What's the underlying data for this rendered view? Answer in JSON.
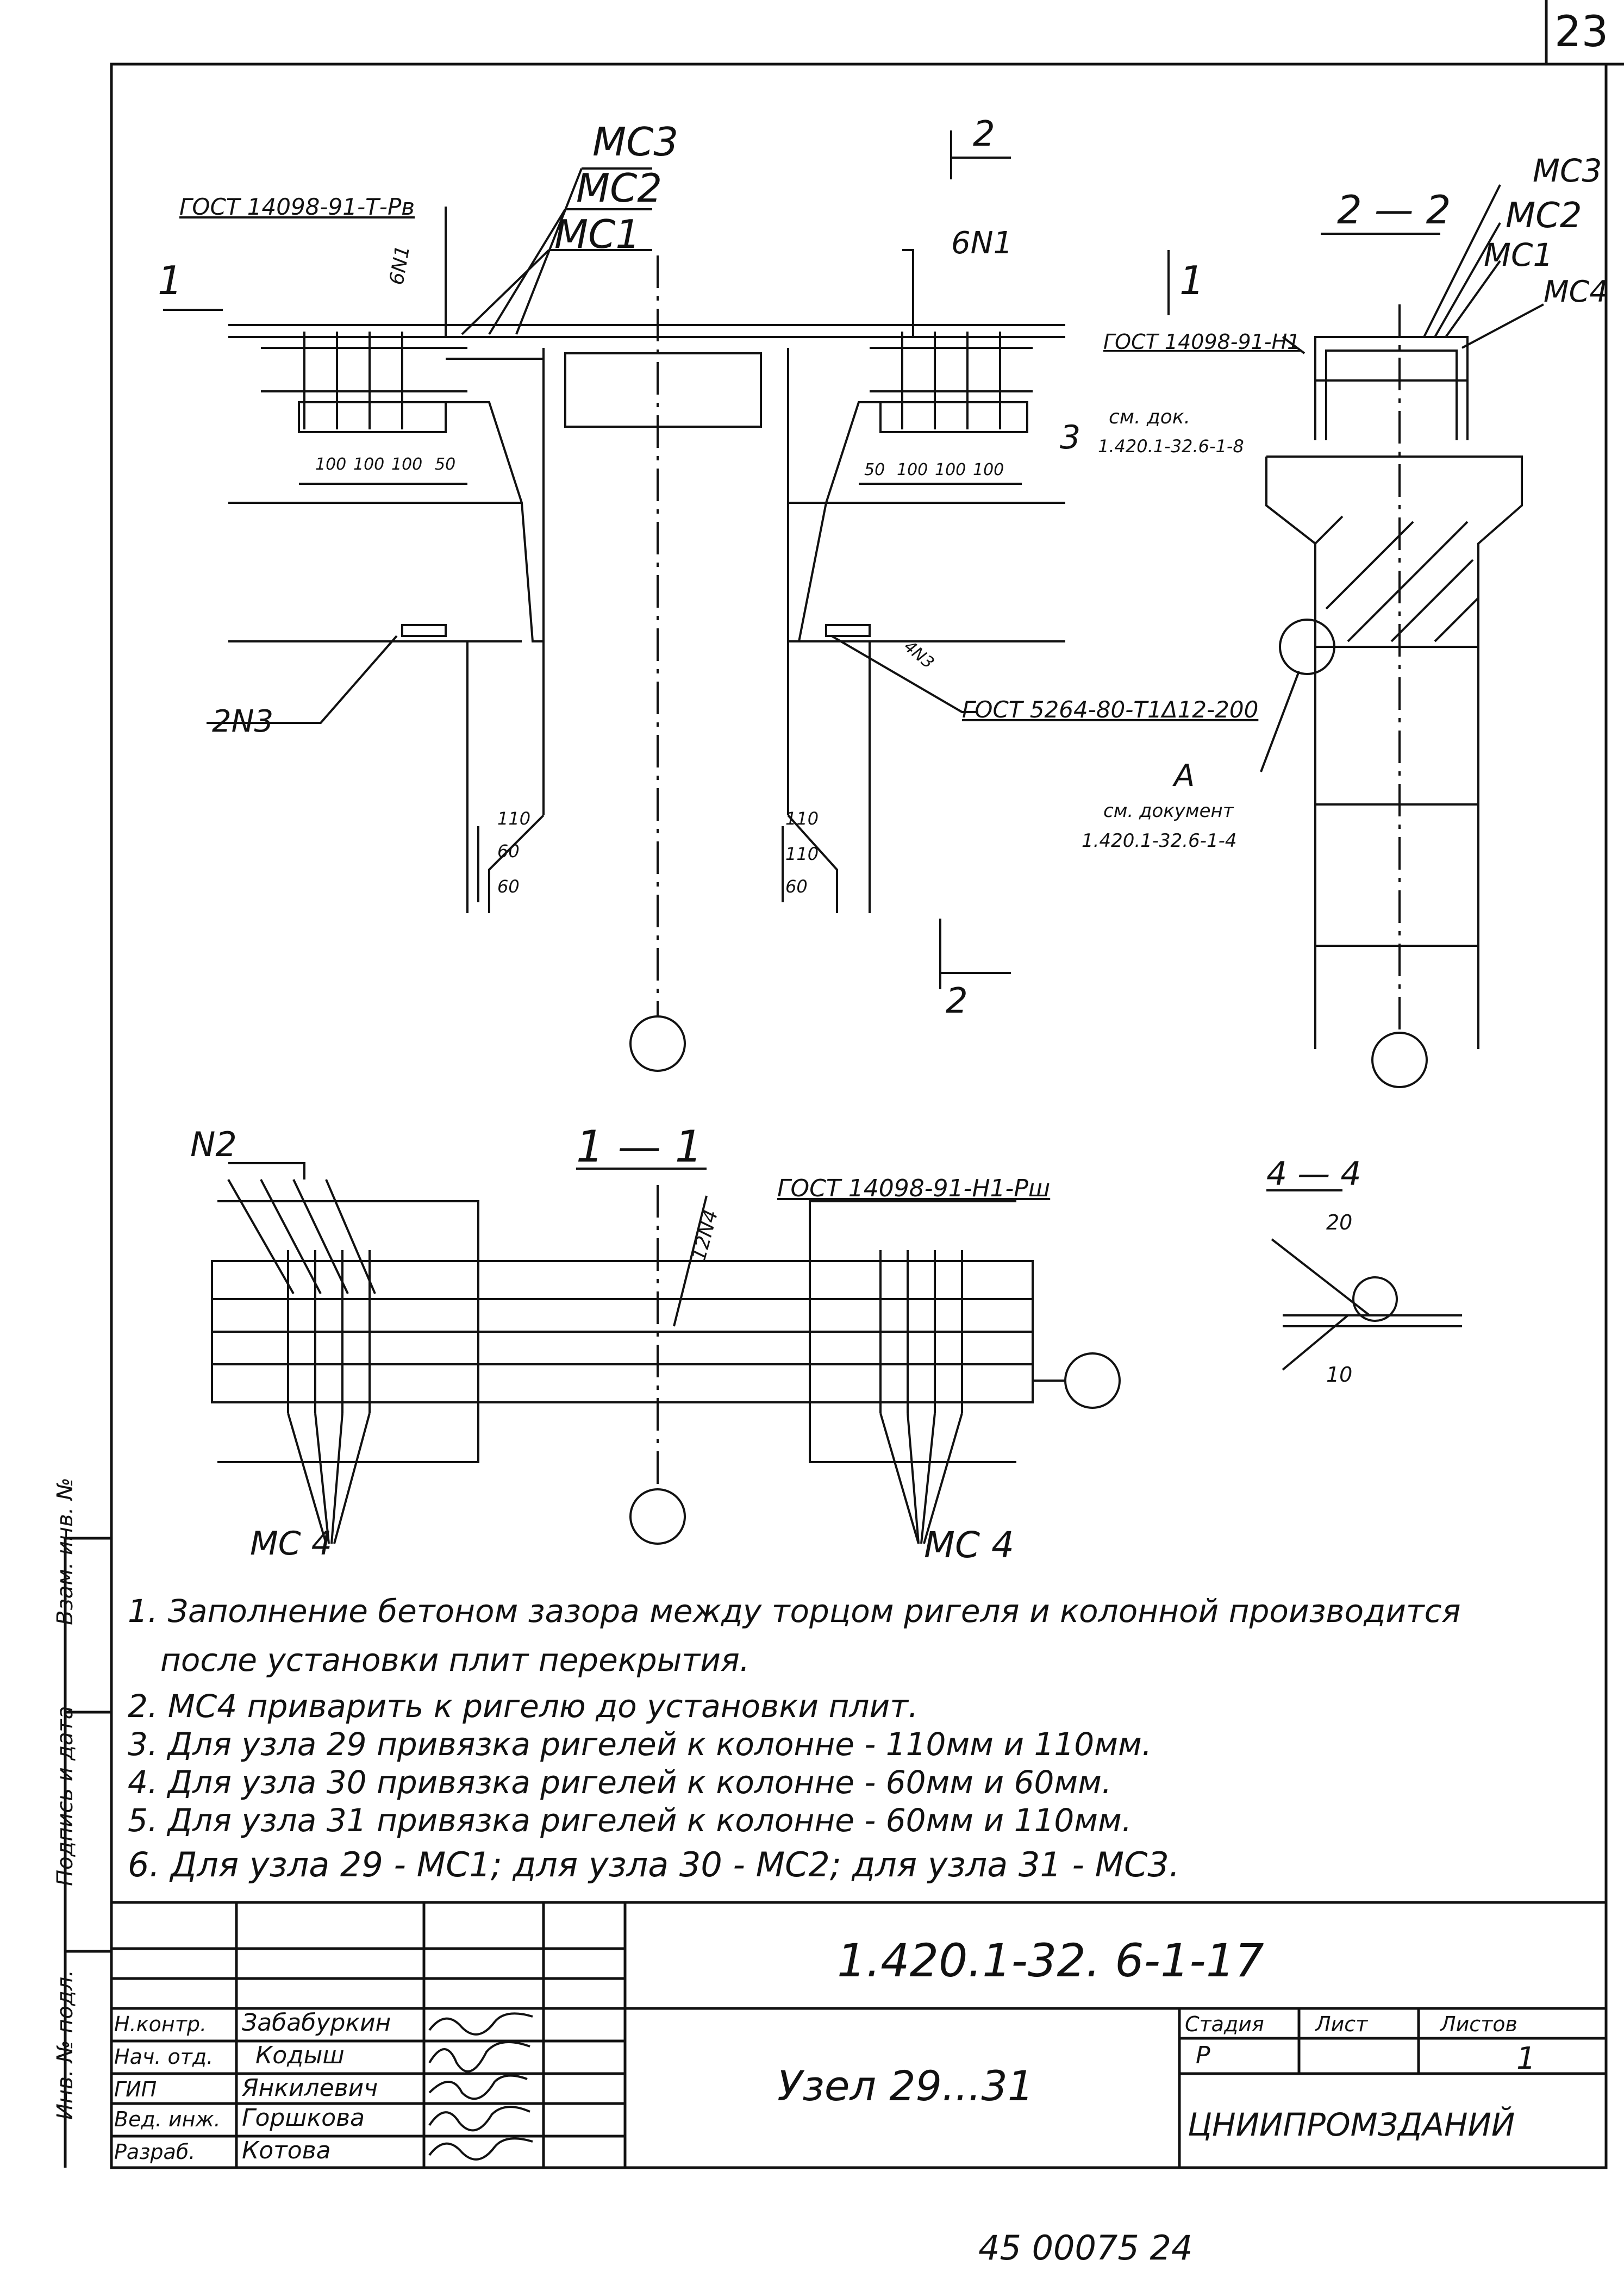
{
  "page_number": "23",
  "labels": {
    "ms1": "МС1",
    "ms2": "МС2",
    "ms3": "МС3",
    "ms4": "МС4",
    "gost_top": "ГОСТ 14098-91-Т-Рв",
    "gost_mid": "ГОСТ 14098-91-Н1",
    "gost_bottom": "ГОСТ 5264-80-Т1Δ12-200",
    "gost_section": "ГОСТ 14098-91-Н1-Рш",
    "n_6n1_left": "6N1",
    "n_6n1_right": "6N1",
    "n_2n3": "2N3",
    "n_4n3": "4N3",
    "n_12n4": "12N4",
    "n_n2": "N2",
    "n_3": "3",
    "mark_1": "1",
    "mark_2": "2",
    "ref_see": "см. док.",
    "ref_doc": "1.420.1-32.6-1-8",
    "ref_a": "А",
    "ref_a_see": "см. документ",
    "ref_a_doc": "1.420.1-32.6-1-4",
    "dim_100": "100",
    "dim_50": "50",
    "dim_110": "110",
    "dim_60": "60",
    "dim_20": "20",
    "dim_10": "10",
    "section_22": "2 — 2",
    "section_11": "1 — 1",
    "section_44": "4 — 4",
    "ms4_left": "МС 4",
    "ms4_right": "МС 4"
  },
  "notes": [
    "1. Заполнение бетоном зазора между торцом ригеля и колонной производится",
    "после установки плит перекрытия.",
    "2. МС4 приварить к ригелю до установки плит.",
    "3. Для узла 29 привязка ригелей к колонне - 110мм и 110мм.",
    "4. Для узла 30 привязка ригелей к колонне - 60мм и 60мм.",
    "5. Для узла 31 привязка ригелей к колонне - 60мм и 110мм.",
    "6. Для узла 29 - МС1; для узла 30 - МС2; для узла 31 - МС3."
  ],
  "side_stamp": {
    "vzam": "Взам. инв. №",
    "podpis": "Подпись и дата",
    "inv": "Инв. № подл."
  },
  "title_block": {
    "doc_code": "1.420.1-32. 6-1-17",
    "title": "Узел 29...31",
    "stage_label": "Стадия",
    "sheet_label": "Лист",
    "sheets_label": "Листов",
    "stage": "Р",
    "sheets": "1",
    "org": "ЦНИИПРОМЗДАНИЙ",
    "roles": [
      {
        "role": "Н.контр.",
        "name": "Забабуркин"
      },
      {
        "role": "Нач. отд.",
        "name": "Кодыш"
      },
      {
        "role": "ГИП",
        "name": "Янкилевич"
      },
      {
        "role": "Вед. инж.",
        "name": "Горшкова"
      },
      {
        "role": "Разраб.",
        "name": "Котова"
      }
    ]
  },
  "footer_number": "45 00075   24"
}
